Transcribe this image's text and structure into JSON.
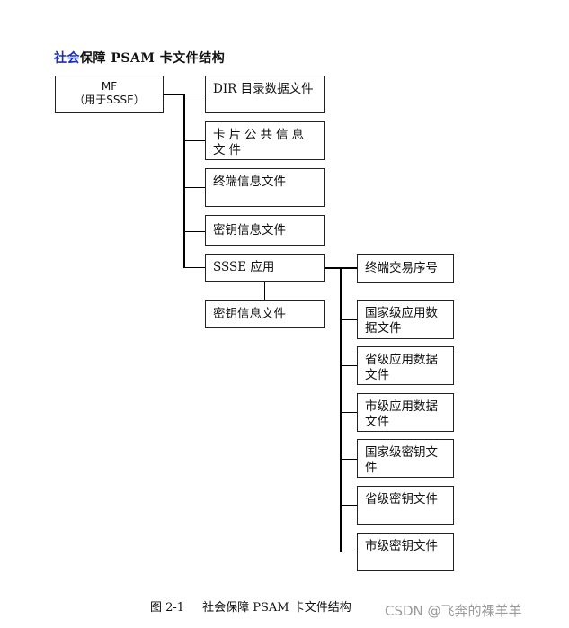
{
  "title": {
    "highlight": "社会",
    "rest": "保障  PSAM  卡文件结构"
  },
  "mf": {
    "line1": "MF",
    "line2": "（用于SSSE）"
  },
  "level1": [
    "DIR 目录数据文件",
    "卡片公共信息文件",
    "终端信息文件",
    "密钥信息文件",
    "SSSE 应用"
  ],
  "ssse_key_file": "密钥信息文件",
  "level2": [
    "终端交易序号",
    "国家级应用数据文件",
    "省级应用数据文件",
    "市级应用数据文件",
    "国家级密钥文件",
    "省级密钥文件",
    "市级密钥文件"
  ],
  "caption": {
    "label": "图 2-1",
    "text": "社会保障 PSAM 卡文件结构"
  },
  "watermark": "CSDN @飞奔的裸羊羊"
}
